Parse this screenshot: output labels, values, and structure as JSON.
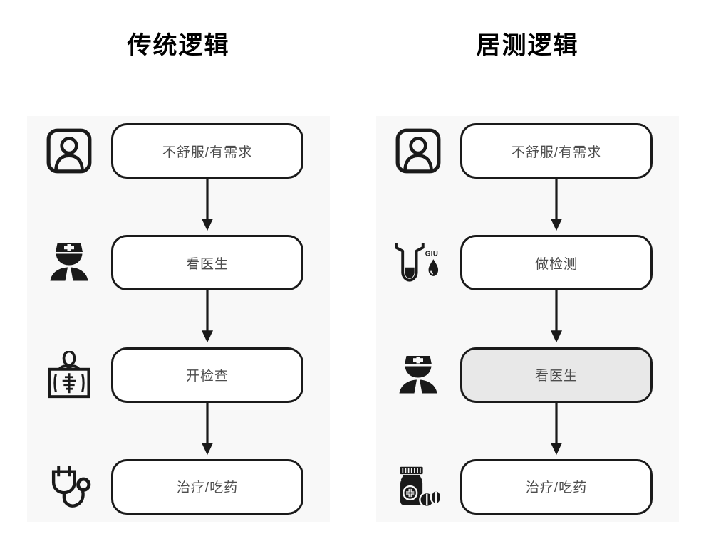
{
  "diagram": {
    "background": "#ffffff",
    "panel_background": "#f8f8f8",
    "box_border_color": "#1a1a1a",
    "box_fill": "#ffffff",
    "box_fill_highlighted": "#e8e8e8",
    "box_text_color": "#4d4d4d",
    "icon_color": "#1a1a1a"
  },
  "columns": [
    {
      "title": "传统逻辑",
      "steps": [
        {
          "icon": "patient-portrait-icon",
          "label": "不舒服/有需求",
          "highlighted": false
        },
        {
          "icon": "doctor-icon",
          "label": "看医生",
          "highlighted": false
        },
        {
          "icon": "xray-exam-icon",
          "label": "开检查",
          "highlighted": false
        },
        {
          "icon": "stethoscope-icon",
          "label": "治疗/吃药",
          "highlighted": false
        }
      ]
    },
    {
      "title": "居测逻辑",
      "steps": [
        {
          "icon": "patient-portrait-icon",
          "label": "不舒服/有需求",
          "highlighted": false
        },
        {
          "icon": "test-tube-icon",
          "label": "做检测",
          "icon_text": "GIU",
          "highlighted": false
        },
        {
          "icon": "doctor-icon",
          "label": "看医生",
          "highlighted": true
        },
        {
          "icon": "pill-bottle-icon",
          "label": "治疗/吃药",
          "highlighted": false
        }
      ]
    }
  ]
}
